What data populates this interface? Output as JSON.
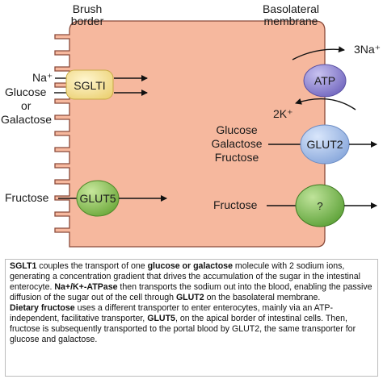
{
  "diagram": {
    "brush_border_label": [
      "Brush",
      "border"
    ],
    "basolateral_label": [
      "Basolateral",
      "membrane"
    ],
    "na_plus": "Na⁺",
    "glucose": "Glucose",
    "or": "or",
    "galactose": "Galactose",
    "sglt1": "SGLTI",
    "atp": "ATP",
    "three_na": "3Na⁺",
    "two_k": "2K⁺",
    "basolateral_sugars": [
      "Glucose",
      "Galactose",
      "Fructose"
    ],
    "glut2": "GLUT2",
    "fructose_in": "Fructose",
    "glut5": "GLUT5",
    "fructose_out": "Fructose",
    "unknown_transporter": "?",
    "colors": {
      "cell_fill": "#f6b89e",
      "cell_stroke": "#8a4a3a",
      "sglt1_fill": "#fbe9a0",
      "atp_fill": "#8f86d0",
      "glut2_fill": "#a8c2ea",
      "glut5_fill": "#8cc456",
      "unknown_fill": "#7cbc52"
    }
  },
  "caption": {
    "p1": [
      {
        "t": "SGLT1",
        "b": true
      },
      {
        "t": " couples the transport of one ",
        "b": false
      },
      {
        "t": "glucose or galactose",
        "b": true
      },
      {
        "t": " molecule with 2 sodium ions, generating a concentration gradient that drives the accumulation of the sugar in the intestinal enterocyte. ",
        "b": false
      },
      {
        "t": "Na+/K+-ATPase",
        "b": true
      },
      {
        "t": " then transports the sodium out into the blood, enabling the passive diffusion of the sugar out of the cell through ",
        "b": false
      },
      {
        "t": "GLUT2",
        "b": true
      },
      {
        "t": " on the basolateral membrane.",
        "b": false
      }
    ],
    "p2": [
      {
        "t": "Dietary fructose",
        "b": true
      },
      {
        "t": " uses a different transporter to enter enterocytes, mainly via an ATP-independent, facilitative transporter, ",
        "b": false
      },
      {
        "t": "GLUT5",
        "b": true
      },
      {
        "t": ", on the apical border of intestinal cells. Then, fructose is subsequently transported to the portal blood by GLUT2, the same transporter for glucose and galactose.",
        "b": false
      }
    ]
  }
}
